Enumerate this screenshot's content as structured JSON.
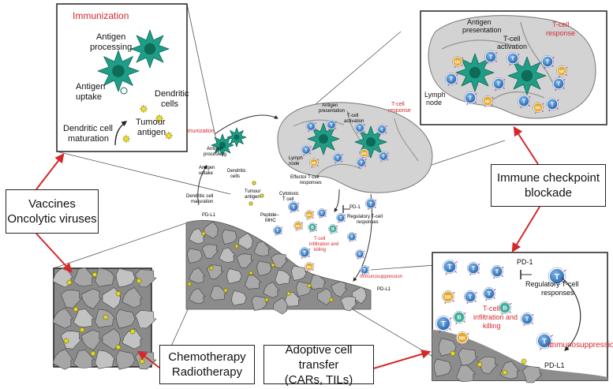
{
  "diagram": {
    "callouts": {
      "vaccines": [
        "Vaccines",
        "Oncolytic viruses"
      ],
      "checkpoint": [
        "Immune checkpoint",
        "blockade"
      ],
      "chemo": [
        "Chemotherapy",
        "Radiotherapy"
      ],
      "adoptive": [
        "Adoptive cell transfer",
        "(CARs, TILs)"
      ]
    },
    "inset_immunization": {
      "title": "Immunization",
      "antigen_processing": [
        "Antigen",
        "processing"
      ],
      "antigen_uptake": [
        "Antigen",
        "uptake"
      ],
      "dendritic_cells": [
        "Dendritic",
        "cells"
      ],
      "tumour_antigen": [
        "Tumour",
        "antigen"
      ],
      "dc_maturation": [
        "Dendritic cell",
        "maturation"
      ]
    },
    "inset_tcell": {
      "title": [
        "T-cell",
        "response"
      ],
      "antigen_presentation": [
        "Antigen",
        "presentation"
      ],
      "tcell_activation": [
        "T-cell",
        "activation"
      ],
      "lymph_node": [
        "Lymph",
        "node"
      ]
    },
    "inset_tumour": {
      "pd1": "PD-1",
      "treg_responses": [
        "Regulatory T-cell",
        "responses"
      ],
      "infiltration": [
        "T-cell",
        "infiltration and",
        "killing"
      ],
      "immunosuppression": "Immunosuppression",
      "pdl1": "PD-L1"
    },
    "central": {
      "immunization": "Immunization",
      "antigen_processing": [
        "Antigen",
        "processing"
      ],
      "antigen_uptake": [
        "Antigen",
        "uptake"
      ],
      "dendritic_cells": [
        "Dendritic",
        "cells"
      ],
      "tumour_antigen": [
        "Tumour",
        "antigen"
      ],
      "dc_maturation": [
        "Dendritic cell",
        "maturation"
      ],
      "pdl1": "PD-L1",
      "peptide_mhc": [
        "Peptide–",
        "MHC"
      ],
      "antigen_presentation": [
        "Antigen",
        "presentation"
      ],
      "tcell_activation": [
        "T-cell",
        "activation"
      ],
      "tcell_response": [
        "T-cell",
        "response"
      ],
      "lymph_node": [
        "Lymph",
        "node"
      ],
      "effector": [
        "Effector T-cell",
        "responses"
      ],
      "cytotoxic": [
        "Cytotoxic",
        "T cell"
      ],
      "pd1": "PD-1",
      "treg_responses": [
        "Regulatory T-cell",
        "responses"
      ],
      "infiltration": [
        "T-cell",
        "infiltration and",
        "killing"
      ],
      "immunosuppression": "Immunosuppression",
      "pdl1_bottom": "PD-L1"
    },
    "cell_letters": {
      "t": "T",
      "nk": "NK",
      "b": "B"
    },
    "colors": {
      "dendritic": "#1f9e87",
      "tcell": "#2a78c8",
      "nk": "#e8a92a",
      "bcell": "#3fae9a",
      "arrow": "#d4282b",
      "tumour": "#9a9a9a"
    }
  }
}
